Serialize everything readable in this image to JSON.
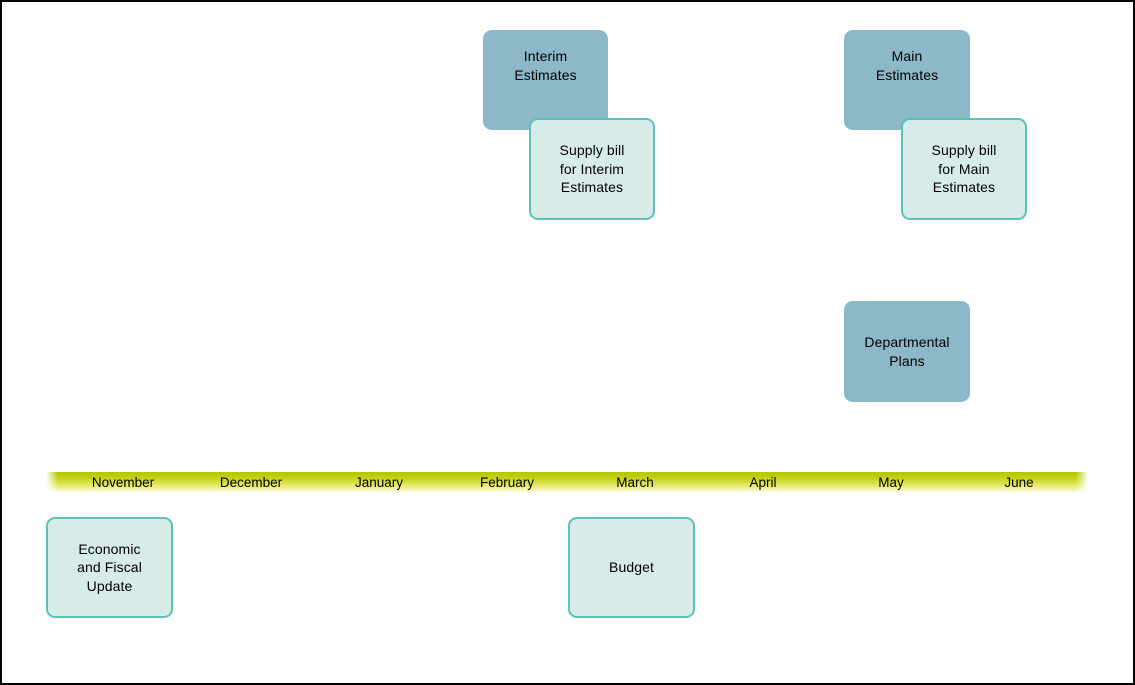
{
  "diagram": {
    "colors": {
      "estimate_box_fill": "#8cb8c8",
      "document_box_fill": "#d7ece9",
      "document_box_border": "#5ac2ba",
      "timeline_gradient_top": "#b2c603",
      "timeline_gradient_bottom": "#ffffff",
      "canvas_border": "#000000",
      "text": "#000000"
    },
    "events": {
      "interim_estimates": {
        "label": "Interim\nEstimates"
      },
      "supply_bill_interim": {
        "label": "Supply bill\nfor Interim\nEstimates"
      },
      "main_estimates": {
        "label": "Main\nEstimates"
      },
      "supply_bill_main": {
        "label": "Supply bill\nfor Main\nEstimates"
      },
      "departmental_plans": {
        "label": "Departmental\nPlans"
      },
      "economic_fiscal_update": {
        "label": "Economic\nand Fiscal\nUpdate"
      },
      "budget": {
        "label": "Budget"
      }
    },
    "timeline": {
      "months": [
        "November",
        "December",
        "January",
        "February",
        "March",
        "April",
        "May",
        "June"
      ]
    }
  }
}
